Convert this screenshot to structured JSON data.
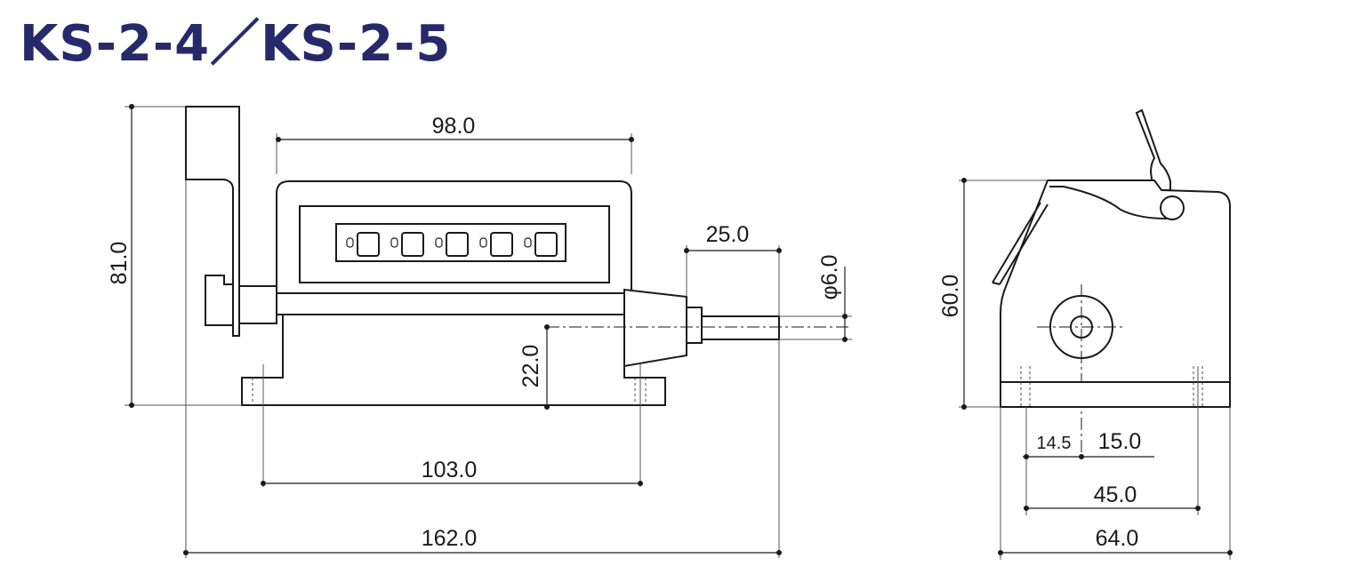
{
  "title": "KS-2-4／KS-2-5",
  "title_color": "#262a6b",
  "dimensions": {
    "width_98": "98.0",
    "height_81": "81.0",
    "shaft_len_25": "25.0",
    "shaft_dia": "φ6.0",
    "shaft_height_22": "22.0",
    "hole_pitch_103": "103.0",
    "total_162": "162.0",
    "side_height_60": "60.0",
    "offset_14_5": "14.5",
    "offset_15": "15.0",
    "hole_pitch_45": "45.0",
    "side_width_64": "64.0"
  }
}
